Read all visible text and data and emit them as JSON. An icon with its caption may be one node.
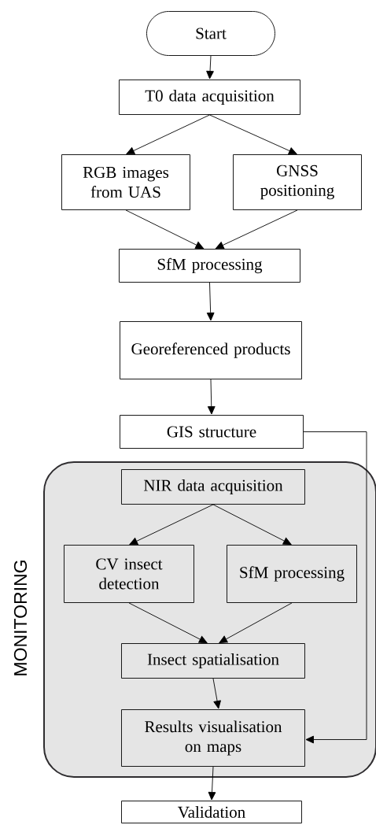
{
  "diagram": {
    "nodes": [
      {
        "text": [
          "Start"
        ]
      },
      {
        "text": [
          "T0 data acquisition"
        ]
      },
      {
        "text": [
          "RGB images from UAS"
        ]
      },
      {
        "text": [
          "GNSS positioning"
        ]
      },
      {
        "text": [
          "SfM processing"
        ]
      },
      {
        "text": [
          "Georeferenced products"
        ]
      },
      {
        "text": [
          "GIS structure"
        ]
      },
      {
        "text": [
          "MONITORING"
        ]
      },
      {
        "text": [
          "NIR data acquisition"
        ],
        "in": 7
      },
      {
        "text": [
          "CV insect detection"
        ],
        "in": 7
      },
      {
        "text": [
          "SfM processing"
        ],
        "in": 7
      },
      {
        "text": [
          "Insect spatialisation"
        ],
        "in": 7
      },
      {
        "text": [
          "Results visualisation on maps"
        ],
        "in": 7
      },
      {
        "text": [
          "Validation"
        ]
      }
    ],
    "edges": [
      {
        "from": 0,
        "to": 1,
        "arrow": "to"
      },
      {
        "from": 1,
        "to": 2,
        "arrow": "to"
      },
      {
        "from": 1,
        "to": 3,
        "arrow": "to"
      },
      {
        "from": 2,
        "to": 4,
        "arrow": "to"
      },
      {
        "from": 3,
        "to": 4,
        "arrow": "to"
      },
      {
        "from": 4,
        "to": 5,
        "arrow": "to"
      },
      {
        "from": 5,
        "to": 6,
        "arrow": "to"
      },
      {
        "from": 6,
        "to": 12,
        "arrow": "to"
      },
      {
        "from": 8,
        "to": 9,
        "arrow": "to"
      },
      {
        "from": 8,
        "to": 10,
        "arrow": "to"
      },
      {
        "from": 9,
        "to": 11,
        "arrow": "to"
      },
      {
        "from": 10,
        "to": 11,
        "arrow": "to"
      },
      {
        "from": 11,
        "to": 12,
        "arrow": "to"
      },
      {
        "from": 12,
        "to": 13,
        "arrow": "to"
      }
    ]
  }
}
